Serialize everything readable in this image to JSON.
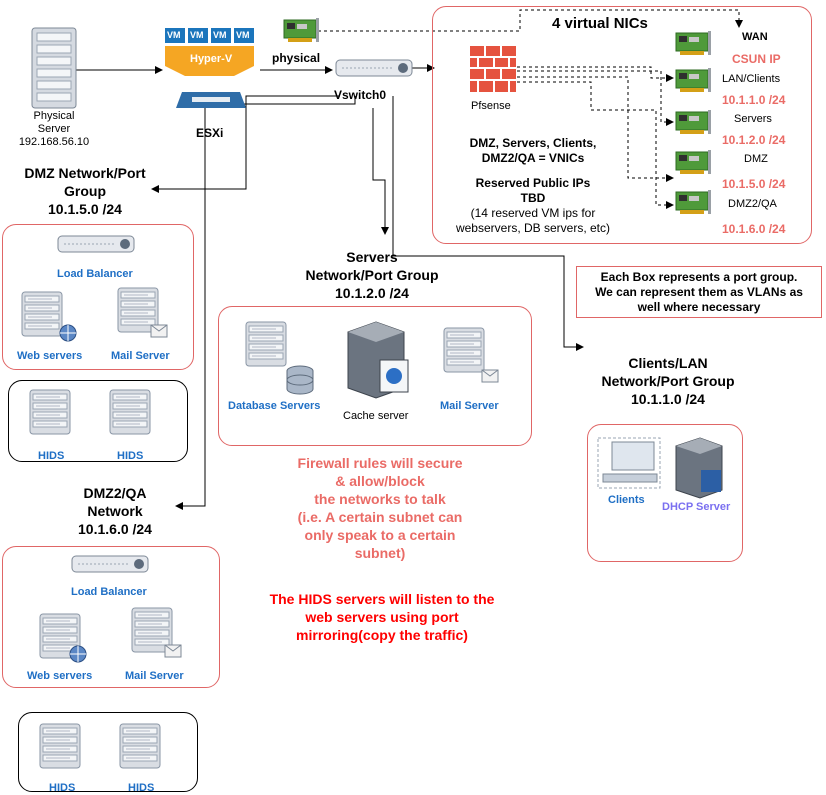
{
  "physical_server": {
    "line1": "Physical",
    "line2": "Server",
    "ip": "192.168.56.10"
  },
  "hypervisor": {
    "vm": "VM",
    "label": "Hyper-V",
    "esxi": "ESXi"
  },
  "physical_label": "physical",
  "vswitch_label": "Vswitch0",
  "pfsense": {
    "title": "4 virtual NICs",
    "label": "Pfsense",
    "vnics_1": "DMZ, Servers, Clients,",
    "vnics_2": "DMZ2/QA = VNICs",
    "reserved_1": "Reserved Public IPs",
    "reserved_2": "TBD",
    "reserved_3": "(14 reserved VM ips for",
    "reserved_4": "webservers, DB servers, etc)",
    "nics": [
      {
        "label": "WAN",
        "ip": "CSUN IP"
      },
      {
        "label": "LAN/Clients",
        "ip": "10.1.1.0 /24"
      },
      {
        "label": "Servers",
        "ip": "10.1.2.0 /24"
      },
      {
        "label": "DMZ",
        "ip": "10.1.5.0 /24"
      },
      {
        "label": "DMZ2/QA",
        "ip": "10.1.6.0 /24"
      }
    ]
  },
  "note": {
    "line1": "Each Box represents a port group.",
    "line2": "We can represent them as VLANs as",
    "line3": "well where necessary"
  },
  "dmz": {
    "title1": "DMZ Network/Port",
    "title2": "Group",
    "subnet": "10.1.5.0 /24",
    "lb": "Load Balancer",
    "web": "Web servers",
    "mail": "Mail Server",
    "hids1": "HIDS",
    "hids2": "HIDS"
  },
  "servers": {
    "title1": "Servers",
    "title2": "Network/Port Group",
    "subnet": "10.1.2.0 /24",
    "db": "Database Servers",
    "cache": "Cache server",
    "mail": "Mail Server"
  },
  "clients": {
    "title1": "Clients/LAN",
    "title2": "Network/Port Group",
    "subnet": "10.1.1.0 /24",
    "clients": "Clients",
    "dhcp": "DHCP Server"
  },
  "dmz2": {
    "title1": "DMZ2/QA",
    "title2": "Network",
    "subnet": "10.1.6.0 /24",
    "lb": "Load Balancer",
    "web": "Web servers",
    "mail": "Mail Server",
    "hids1": "HIDS",
    "hids2": "HIDS"
  },
  "firewall_note": {
    "l1": "Firewall rules will secure",
    "l2": "& allow/block",
    "l3": "the networks to talk",
    "l4": "(i.e. A certain subnet can",
    "l5": "only speak to a certain",
    "l6": "subnet)"
  },
  "hids_note": {
    "l1": "The HIDS servers will listen to the",
    "l2": "web servers using port",
    "l3": "mirroring(copy the traffic)"
  },
  "colors": {
    "blue_label": "#1f6fc5",
    "salmon": "#ea6b66",
    "red": "#ff0000",
    "box_border": "#e06666",
    "dhcp": "#7a6ff0",
    "hyperv": "#f5a623",
    "vm": "#1b75bc"
  }
}
